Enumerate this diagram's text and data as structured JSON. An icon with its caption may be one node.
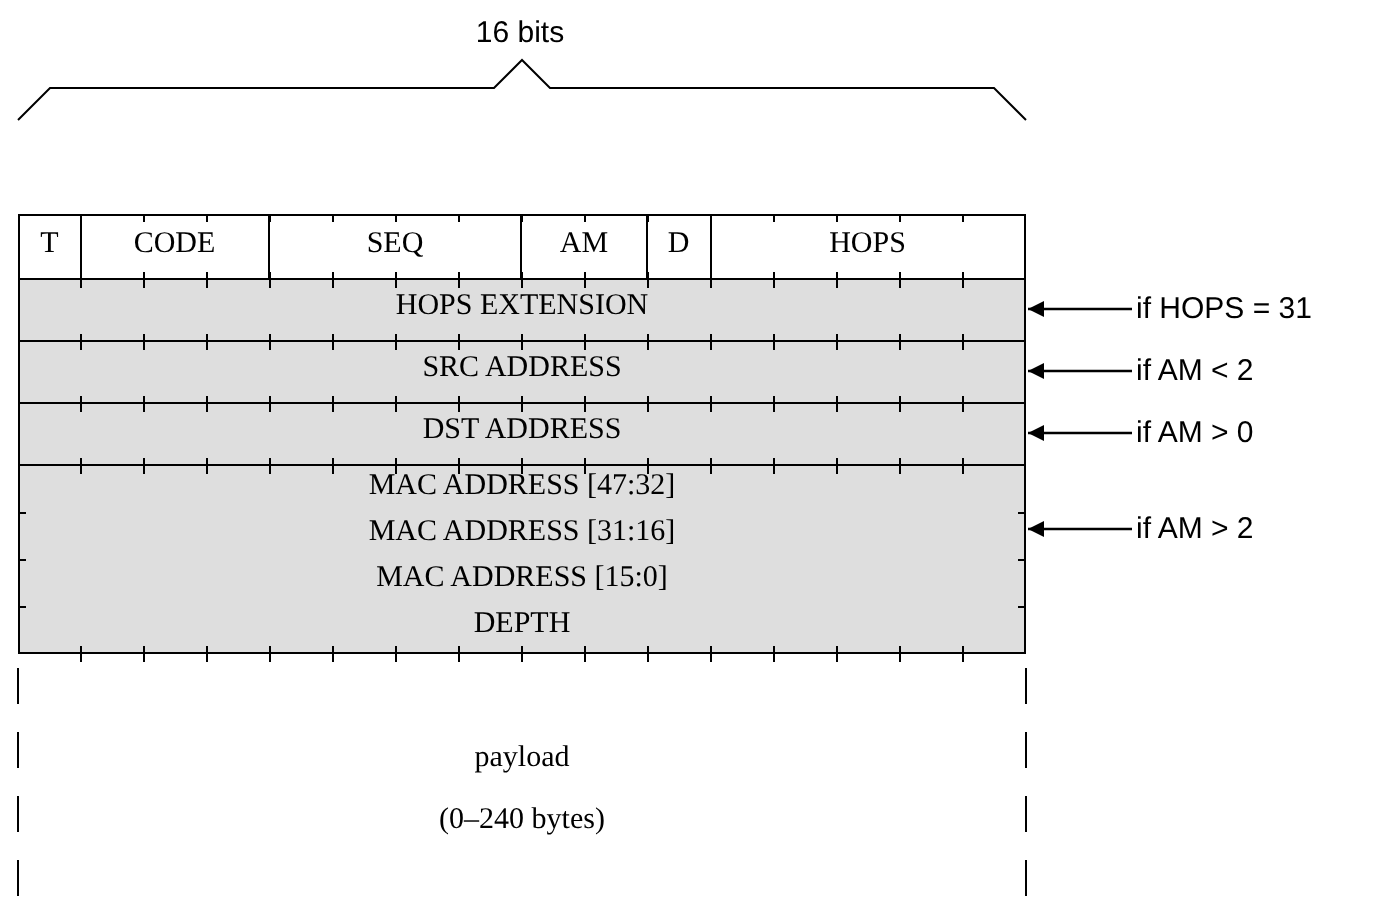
{
  "diagram": {
    "nodes": [
      {
        "text": [
          "T"
        ]
      },
      {
        "text": [
          "CODE"
        ]
      },
      {
        "text": [
          "SEQ"
        ]
      },
      {
        "text": [
          "AM"
        ]
      },
      {
        "text": [
          "D"
        ]
      },
      {
        "text": [
          "HOPS"
        ]
      },
      {
        "text": [
          "HOPS EXTENSION"
        ]
      },
      {
        "text": [
          "SRC ADDRESS"
        ]
      },
      {
        "text": [
          "DST ADDRESS"
        ]
      },
      {
        "text": [
          "MAC ADDRESS [47:32]",
          "MAC ADDRESS [31:16]",
          "MAC ADDRESS [15:0]",
          "DEPTH"
        ]
      },
      {
        "text": [
          "payload",
          "(0–240 bytes)"
        ]
      },
      {
        "text": [
          "if HOPS = 31"
        ]
      },
      {
        "text": [
          "if AM < 2"
        ]
      },
      {
        "text": [
          "if AM > 0"
        ]
      },
      {
        "text": [
          "if AM > 2"
        ]
      }
    ],
    "edges": [
      {
        "from": 11,
        "to": 6,
        "arrow": "to"
      },
      {
        "from": 12,
        "to": 7,
        "arrow": "to"
      },
      {
        "from": 13,
        "to": 8,
        "arrow": "to"
      },
      {
        "from": 14,
        "to": 9,
        "arrow": "to"
      }
    ],
    "labels": [
      "16 bits"
    ]
  }
}
